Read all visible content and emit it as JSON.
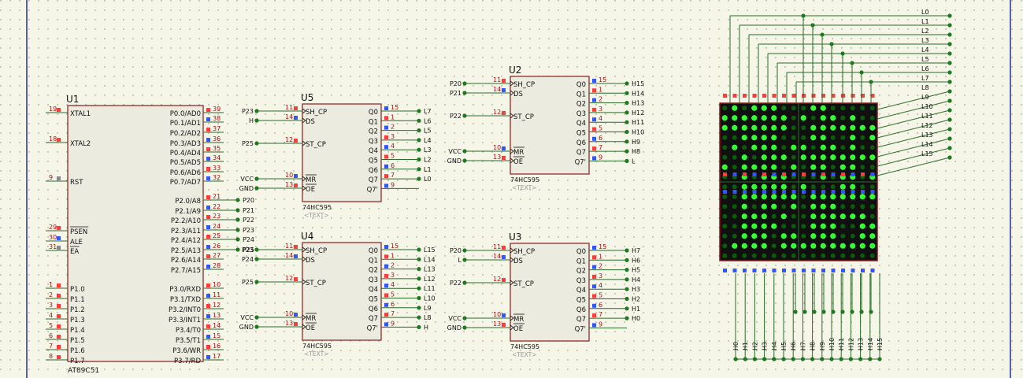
{
  "colors": {
    "background": "#f5f5e8",
    "border": "#1f2ea8",
    "chip_fill": "#ecebdf",
    "chip_stroke": "#8b1a1a",
    "wire": "#2a6b2a",
    "pin_num": "#b01010",
    "junction": "#1f7a1f",
    "matrix_fill": "#101010",
    "led_on": "#33ff33",
    "led_dim": "#0c5a0c",
    "pin_red": "#ff3b3b",
    "pin_blue": "#3355ff",
    "text": "#111111",
    "placeholder": "#999999"
  },
  "u1": {
    "ref": "U1",
    "part": "AT89C51",
    "left_pins": [
      {
        "num": "19",
        "name": "XTAL1"
      },
      {
        "num": "18",
        "name": "XTAL2"
      },
      {
        "num": "9",
        "name": "RST"
      },
      {
        "num": "29",
        "name": "PSEN"
      },
      {
        "num": "30",
        "name": "ALE"
      },
      {
        "num": "31",
        "name": "EA"
      },
      {
        "num": "1",
        "name": "P1.0"
      },
      {
        "num": "2",
        "name": "P1.1"
      },
      {
        "num": "3",
        "name": "P1.2"
      },
      {
        "num": "4",
        "name": "P1.3"
      },
      {
        "num": "5",
        "name": "P1.4"
      },
      {
        "num": "6",
        "name": "P1.5"
      },
      {
        "num": "7",
        "name": "P1.6"
      },
      {
        "num": "8",
        "name": "P1.7"
      }
    ],
    "right_pins": [
      {
        "num": "39",
        "name": "P0.0/AD0"
      },
      {
        "num": "38",
        "name": "P0.1/AD1"
      },
      {
        "num": "37",
        "name": "P0.2/AD2"
      },
      {
        "num": "36",
        "name": "P0.3/AD3"
      },
      {
        "num": "35",
        "name": "P0.4/AD4"
      },
      {
        "num": "34",
        "name": "P0.5/AD5"
      },
      {
        "num": "33",
        "name": "P0.6/AD6"
      },
      {
        "num": "32",
        "name": "P0.7/AD7"
      },
      {
        "num": "21",
        "name": "P2.0/A8",
        "net": "P20"
      },
      {
        "num": "22",
        "name": "P2.1/A9",
        "net": "P21"
      },
      {
        "num": "23",
        "name": "P2.2/A10",
        "net": "P22"
      },
      {
        "num": "24",
        "name": "P2.3/A11",
        "net": "P23"
      },
      {
        "num": "25",
        "name": "P2.4/A12",
        "net": "P24"
      },
      {
        "num": "26",
        "name": "P2.5/A13",
        "net": "P25"
      },
      {
        "num": "27",
        "name": "P2.6/A14"
      },
      {
        "num": "28",
        "name": "P2.7/A15"
      },
      {
        "num": "10",
        "name": "P3.0/RXD"
      },
      {
        "num": "11",
        "name": "P3.1/TXD"
      },
      {
        "num": "12",
        "name": "P3.2/INT0"
      },
      {
        "num": "13",
        "name": "P3.3/INT1"
      },
      {
        "num": "14",
        "name": "P3.4/T0"
      },
      {
        "num": "15",
        "name": "P3.5/T1"
      },
      {
        "num": "16",
        "name": "P3.6/WR"
      },
      {
        "num": "17",
        "name": "P3.7/RD"
      }
    ]
  },
  "shift_regs": [
    {
      "ref": "U5",
      "part": "74HC595",
      "text": "<TEXT>",
      "inputs": [
        {
          "net": "P23",
          "num": "11",
          "name": "SH_CP"
        },
        {
          "net": "H",
          "num": "14",
          "name": "DS"
        },
        {
          "net": "P25",
          "num": "12",
          "name": "ST_CP"
        },
        {
          "net": "VCC",
          "num": "10",
          "name": "MR"
        },
        {
          "net": "GND",
          "num": "13",
          "name": "OE"
        }
      ],
      "outputs": [
        {
          "name": "Q0",
          "num": "15",
          "net": "L7"
        },
        {
          "name": "Q1",
          "num": "1",
          "net": "L6"
        },
        {
          "name": "Q2",
          "num": "2",
          "net": "L5"
        },
        {
          "name": "Q3",
          "num": "3",
          "net": "L4"
        },
        {
          "name": "Q4",
          "num": "4",
          "net": "L3"
        },
        {
          "name": "Q5",
          "num": "5",
          "net": "L2"
        },
        {
          "name": "Q6",
          "num": "6",
          "net": "L1"
        },
        {
          "name": "Q7",
          "num": "7",
          "net": "L0"
        },
        {
          "name": "Q7'",
          "num": "9",
          "net": ""
        }
      ]
    },
    {
      "ref": "U4",
      "part": "74HC595",
      "text": "<TEXT>",
      "inputs": [
        {
          "net": "P23",
          "num": "11",
          "name": "SH_CP"
        },
        {
          "net": "P24",
          "num": "14",
          "name": "DS"
        },
        {
          "net": "P25",
          "num": "12",
          "name": "ST_CP"
        },
        {
          "net": "VCC",
          "num": "10",
          "name": "MR"
        },
        {
          "net": "GND",
          "num": "13",
          "name": "OE"
        }
      ],
      "outputs": [
        {
          "name": "Q0",
          "num": "15",
          "net": "L15"
        },
        {
          "name": "Q1",
          "num": "1",
          "net": "L14"
        },
        {
          "name": "Q2",
          "num": "2",
          "net": "L13"
        },
        {
          "name": "Q3",
          "num": "3",
          "net": "L12"
        },
        {
          "name": "Q4",
          "num": "4",
          "net": "L11"
        },
        {
          "name": "Q5",
          "num": "5",
          "net": "L10"
        },
        {
          "name": "Q6",
          "num": "6",
          "net": "L9"
        },
        {
          "name": "Q7",
          "num": "7",
          "net": "L8"
        },
        {
          "name": "Q7'",
          "num": "9",
          "net": "H"
        }
      ]
    },
    {
      "ref": "U2",
      "part": "74HC595",
      "text": "<TEXT>",
      "inputs": [
        {
          "net": "P20",
          "num": "11",
          "name": "SH_CP"
        },
        {
          "net": "P21",
          "num": "14",
          "name": "DS"
        },
        {
          "net": "P22",
          "num": "12",
          "name": "ST_CP"
        },
        {
          "net": "VCC",
          "num": "10",
          "name": "MR"
        },
        {
          "net": "GND",
          "num": "13",
          "name": "OE"
        }
      ],
      "outputs": [
        {
          "name": "Q0",
          "num": "15",
          "net": "H15"
        },
        {
          "name": "Q1",
          "num": "1",
          "net": "H14"
        },
        {
          "name": "Q2",
          "num": "2",
          "net": "H13"
        },
        {
          "name": "Q3",
          "num": "3",
          "net": "H12"
        },
        {
          "name": "Q4",
          "num": "4",
          "net": "H11"
        },
        {
          "name": "Q5",
          "num": "5",
          "net": "H10"
        },
        {
          "name": "Q6",
          "num": "6",
          "net": "H9"
        },
        {
          "name": "Q7",
          "num": "7",
          "net": "H8"
        },
        {
          "name": "Q7'",
          "num": "9",
          "net": "L"
        }
      ]
    },
    {
      "ref": "U3",
      "part": "74HC595",
      "text": "<TEXT>",
      "inputs": [
        {
          "net": "P20",
          "num": "11",
          "name": "SH_CP"
        },
        {
          "net": "L",
          "num": "14",
          "name": "DS"
        },
        {
          "net": "P22",
          "num": "12",
          "name": "ST_CP"
        },
        {
          "net": "VCC",
          "num": "10",
          "name": "MR"
        },
        {
          "net": "GND",
          "num": "13",
          "name": "OE"
        }
      ],
      "outputs": [
        {
          "name": "Q0",
          "num": "15",
          "net": "H7"
        },
        {
          "name": "Q1",
          "num": "1",
          "net": "H6"
        },
        {
          "name": "Q2",
          "num": "2",
          "net": "H5"
        },
        {
          "name": "Q3",
          "num": "3",
          "net": "H4"
        },
        {
          "name": "Q4",
          "num": "4",
          "net": "H3"
        },
        {
          "name": "Q5",
          "num": "5",
          "net": "H2"
        },
        {
          "name": "Q6",
          "num": "6",
          "net": "H1"
        },
        {
          "name": "Q7",
          "num": "7",
          "net": "H0"
        },
        {
          "name": "Q7'",
          "num": "9",
          "net": ""
        }
      ]
    }
  ],
  "matrix": {
    "row_labels": [
      "L0",
      "L1",
      "L2",
      "L3",
      "L4",
      "L5",
      "L6",
      "L7",
      "L8",
      "L9",
      "L10",
      "L11",
      "L12",
      "L13",
      "L14",
      "L15"
    ],
    "col_labels": [
      "H0",
      "H1",
      "H2",
      "H3",
      "H4",
      "H5",
      "H6",
      "H7",
      "H8",
      "H9",
      "H10",
      "H11",
      "H12",
      "H13",
      "H14",
      "H15"
    ],
    "pattern": [
      "0101110001100000",
      "1111111010110100",
      "1111111001111111",
      "0011110001100101",
      "0101110110110100",
      "0010111011111111",
      "1011110101101100",
      "0010111000101101",
      "0011111010001100",
      "0011111101111111",
      "0010110101110000",
      "0011101001111110",
      "0011110001110011",
      "0011101101110011",
      "0111101111111111",
      "0000000000000000"
    ]
  }
}
